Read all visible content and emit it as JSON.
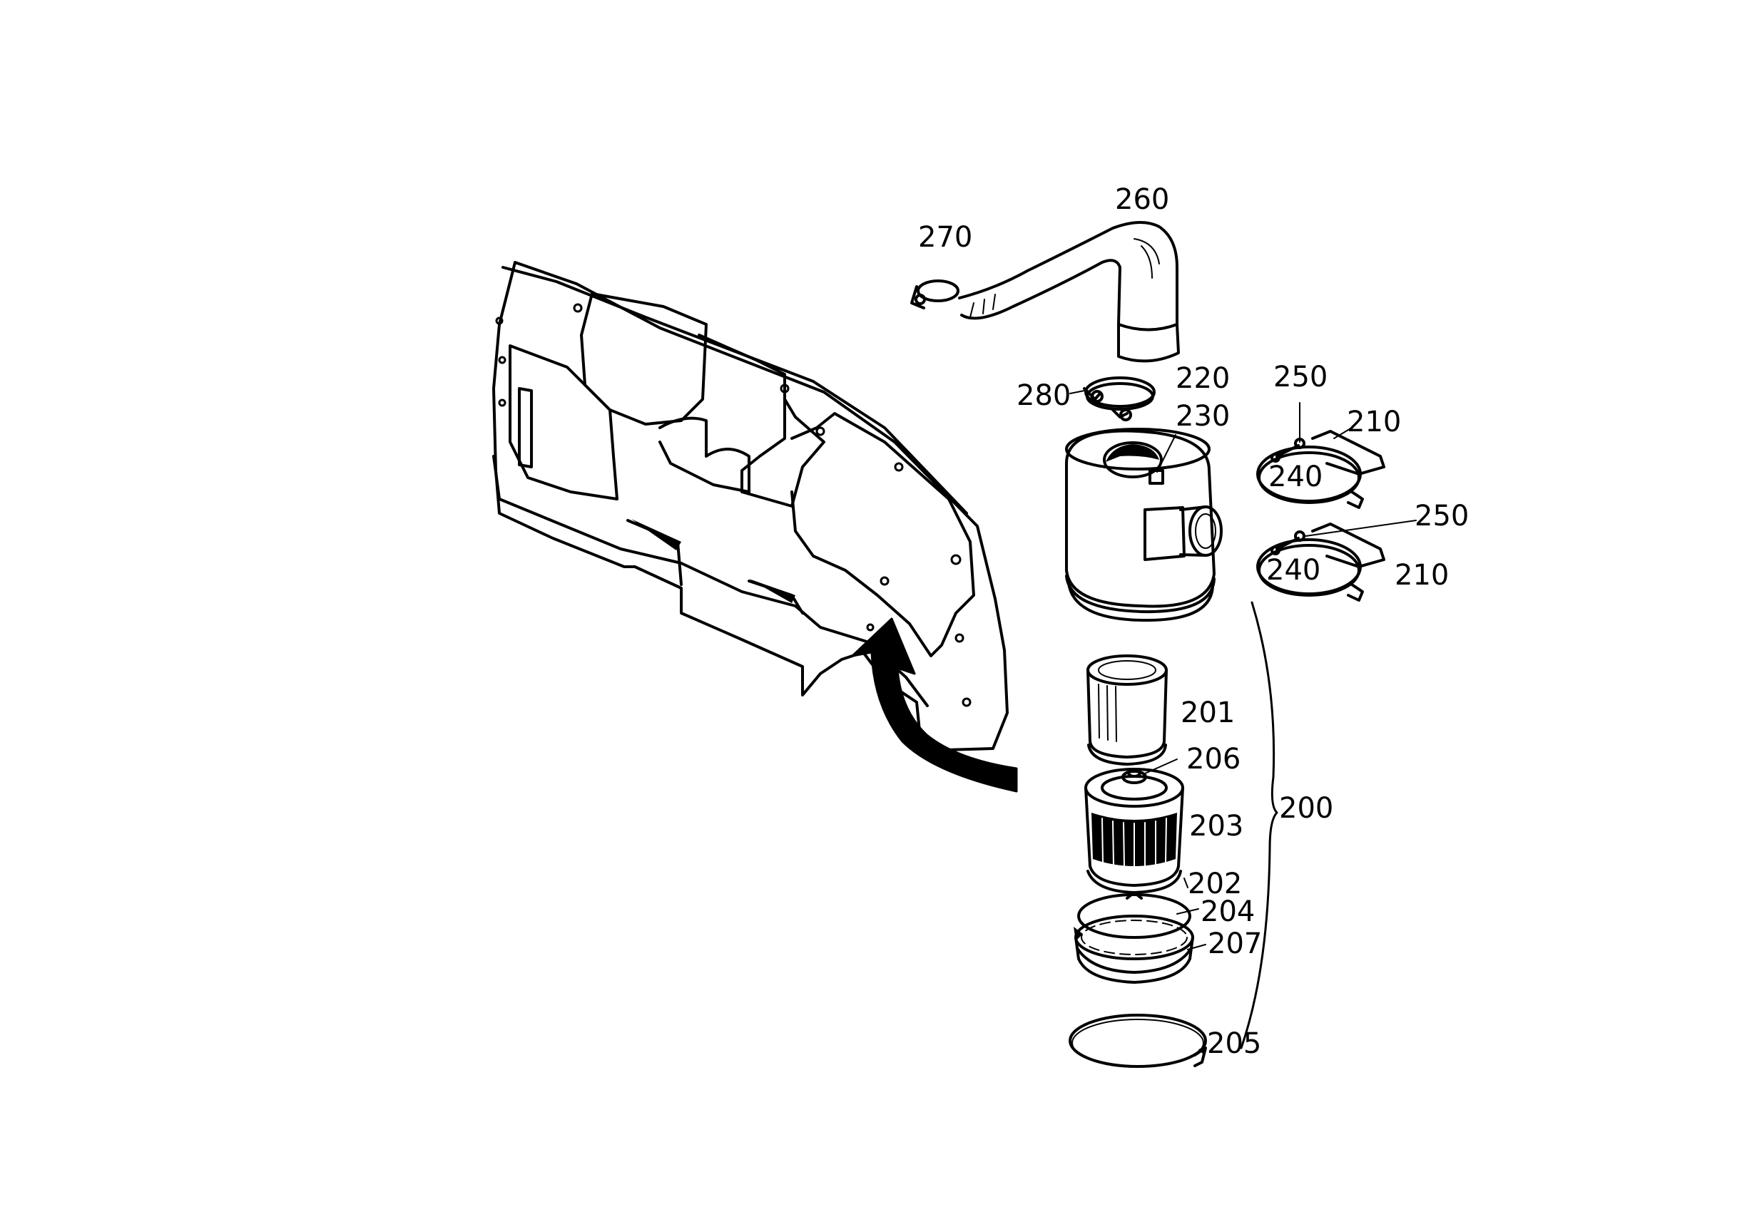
{
  "colors": {
    "ink": "#000000",
    "paper": "#ffffff"
  },
  "callouts": {
    "c200": "200",
    "c201": "201",
    "c202": "202",
    "c203": "203",
    "c204": "204",
    "c205": "205",
    "c206": "206",
    "c207": "207",
    "c210a": "210",
    "c210b": "210",
    "c220": "220",
    "c230": "230",
    "c240a": "240",
    "c240b": "240",
    "c250a": "250",
    "c250b": "250",
    "c260": "260",
    "c270": "270",
    "c280": "280"
  }
}
